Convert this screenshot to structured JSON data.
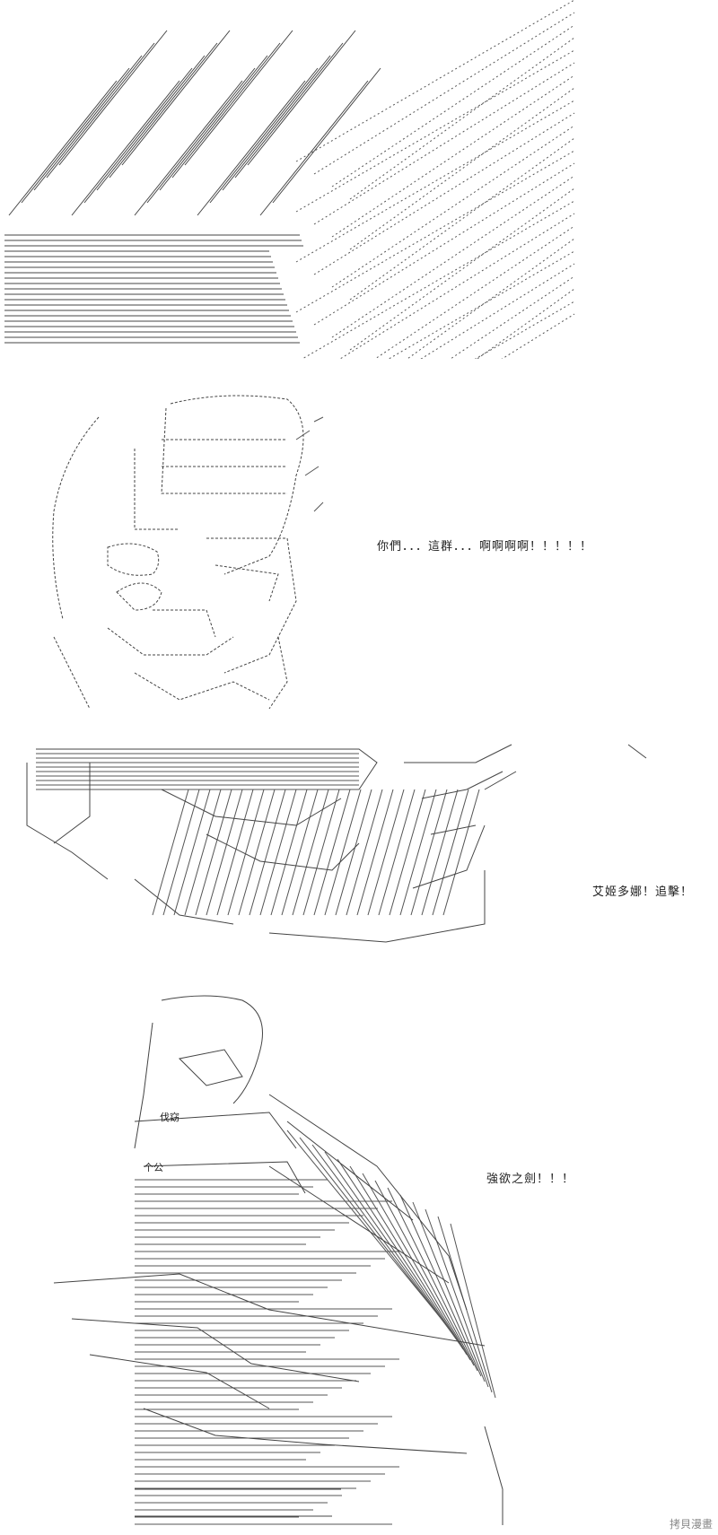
{
  "panels": [
    {
      "id": "burst",
      "caption": ""
    },
    {
      "id": "face",
      "caption": "你們．．．這群．．．啊啊啊啊！！！！！"
    },
    {
      "id": "mech",
      "caption": "艾姬多娜！追擊！"
    },
    {
      "id": "sword",
      "caption": "強欲之劍！！！"
    }
  ],
  "art_labels": {
    "sword_fragment_a": "伐窈",
    "sword_fragment_b": "个公"
  },
  "watermark": "拷貝漫畫",
  "colors": {
    "ink": "#333333",
    "caption": "#222222",
    "watermark": "#8a8a8a"
  }
}
